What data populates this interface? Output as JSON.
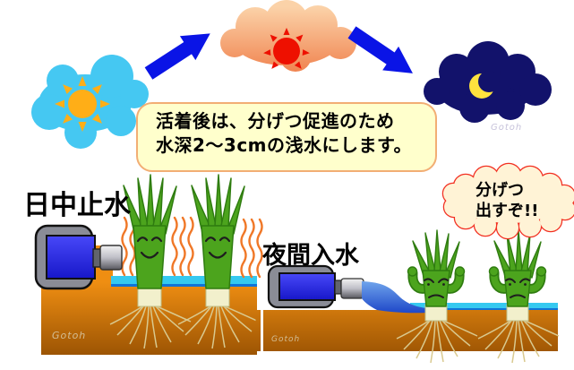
{
  "infobox": {
    "line1": "活着後は、分げつ促進のため",
    "line2": "水深2〜3cmの浅水にします。"
  },
  "left_scene": {
    "label": "日中止水"
  },
  "right_scene": {
    "label": "夜間入水",
    "bubble_line1": "分げつ",
    "bubble_line2": "出すぞ!!"
  },
  "signature": "Gotoh",
  "icons": {
    "day": "sun-icon",
    "noon": "red-sun-icon",
    "night": "crescent-moon-icon",
    "transition": "arrow-icon",
    "heat": "heat-waves-icon",
    "machine": "water-pump-icon",
    "plant_day": "rice-plant-happy",
    "plant_night": "rice-plant-flexing",
    "inflow": "water-stream-icon"
  },
  "colors": {
    "arrow_blue": "#0A14E6",
    "day_cloud_blue": "#45C8F2",
    "sun_orange": "#FFAE17",
    "hot_sun_red": "#EE1000",
    "night_navy": "#12126B",
    "moon_yellow": "#FFE23E",
    "infobox_fill": "#FFFFCC",
    "infobox_border": "#F2AE74",
    "water_cyan": "#35C9F0",
    "water_edge_blue": "#0F74D8",
    "plant_green": "#4CA41D",
    "plant_outline": "#2F7C10",
    "bulb_cream": "#F2F0CC",
    "root_tan": "#D9C98F",
    "heat_orange": "#F07828",
    "bubble_fill": "#FFF3D6",
    "bubble_border": "#F23022",
    "pump_gray": "#8A8C96",
    "signature_gray": "#D3BD94"
  }
}
